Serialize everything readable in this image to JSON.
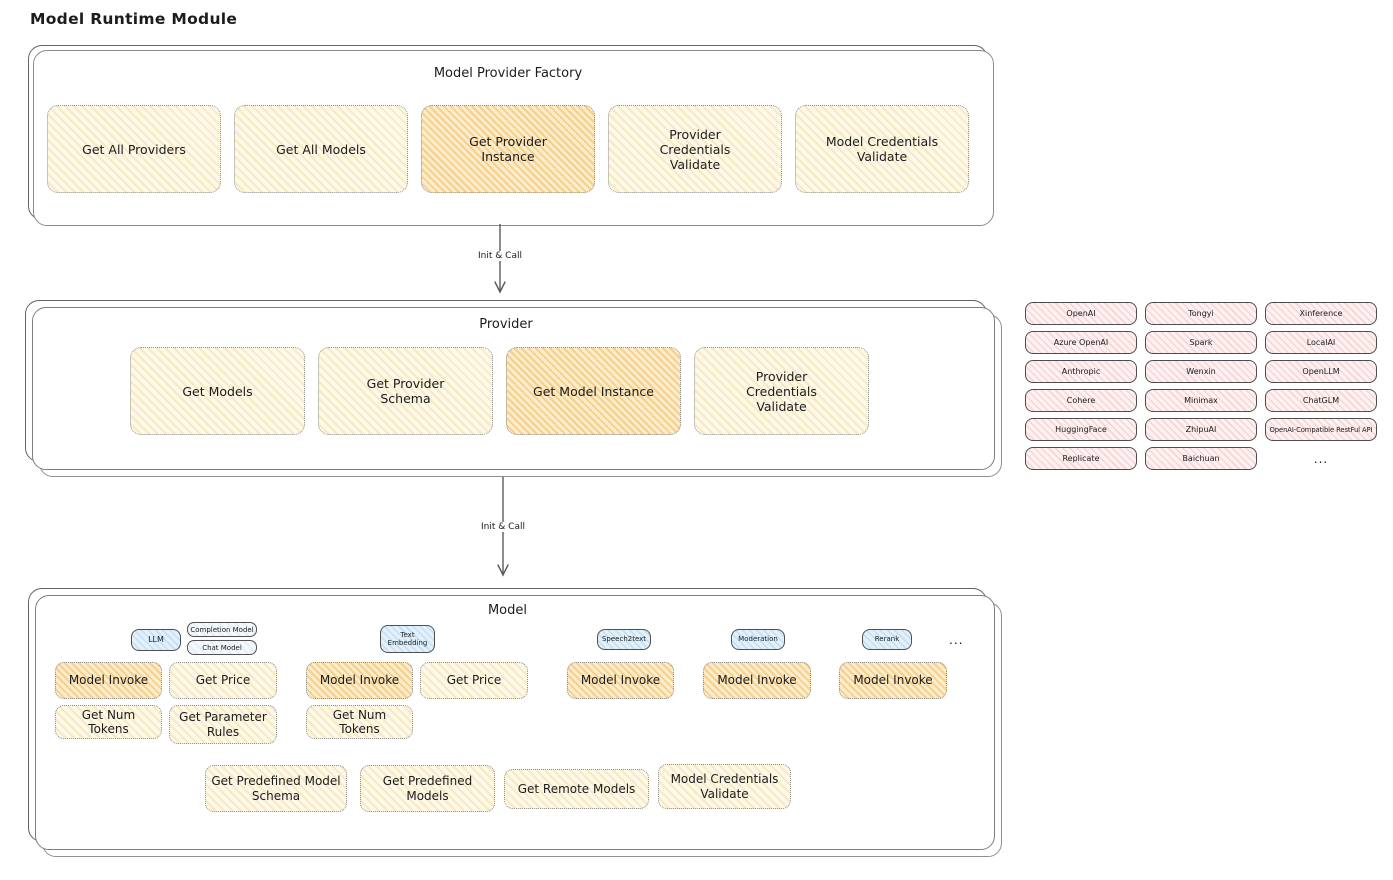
{
  "title": "Model Runtime Module",
  "colors": {
    "cream_fill": "#fdf9ea",
    "cream_hatch": "#eed080",
    "highlight_fill": "#fbeccb",
    "highlight_hatch": "#f3b858",
    "badge_blue_fill": "#e3f0fa",
    "provider_pink_fill": "#fdf1f1",
    "frame_border": "#646464",
    "dotted_border": "#8f8f8f",
    "text": "#1c1c1c"
  },
  "factory": {
    "title": "Model Provider Factory",
    "items": [
      {
        "label": "Get All Providers"
      },
      {
        "label": "Get All Models"
      },
      {
        "label": "Get Provider Instance"
      },
      {
        "label": "Provider Credentials Validate"
      },
      {
        "label": "Model Credentials Validate"
      }
    ]
  },
  "arrows": [
    {
      "label": "Init & Call"
    },
    {
      "label": "Init & Call"
    }
  ],
  "provider": {
    "title": "Provider",
    "items": [
      {
        "label": "Get Models"
      },
      {
        "label": "Get Provider Schema"
      },
      {
        "label": "Get Model Instance"
      },
      {
        "label": "Provider Credentials Validate"
      }
    ]
  },
  "provider_list": {
    "items": [
      "OpenAI",
      "Tongyi",
      "Xinference",
      "Azure OpenAI",
      "Spark",
      "LocalAI",
      "Anthropic",
      "Wenxin",
      "OpenLLM",
      "Cohere",
      "Minimax",
      "ChatGLM",
      "HuggingFace",
      "ZhipuAI",
      "OpenAI-Compatible RestFul API",
      "Replicate",
      "Baichuan"
    ],
    "ellipsis": "..."
  },
  "model": {
    "title": "Model",
    "badges": {
      "llm": "LLM",
      "completion": "Completion Model",
      "chat": "Chat Model",
      "text_embedding": "Text Embedding",
      "speech2text": "Speech2text",
      "moderation": "Moderation",
      "rerank": "Rerank",
      "ellipsis": "..."
    },
    "functions": {
      "model_invoke": "Model Invoke",
      "get_price": "Get Price",
      "get_num_tokens": "Get Num Tokens",
      "get_parameter_rules": "Get Parameter Rules"
    },
    "bottom": [
      "Get Predefined Model Schema",
      "Get Predefined Models",
      "Get Remote Models",
      "Model Credentials Validate"
    ]
  }
}
